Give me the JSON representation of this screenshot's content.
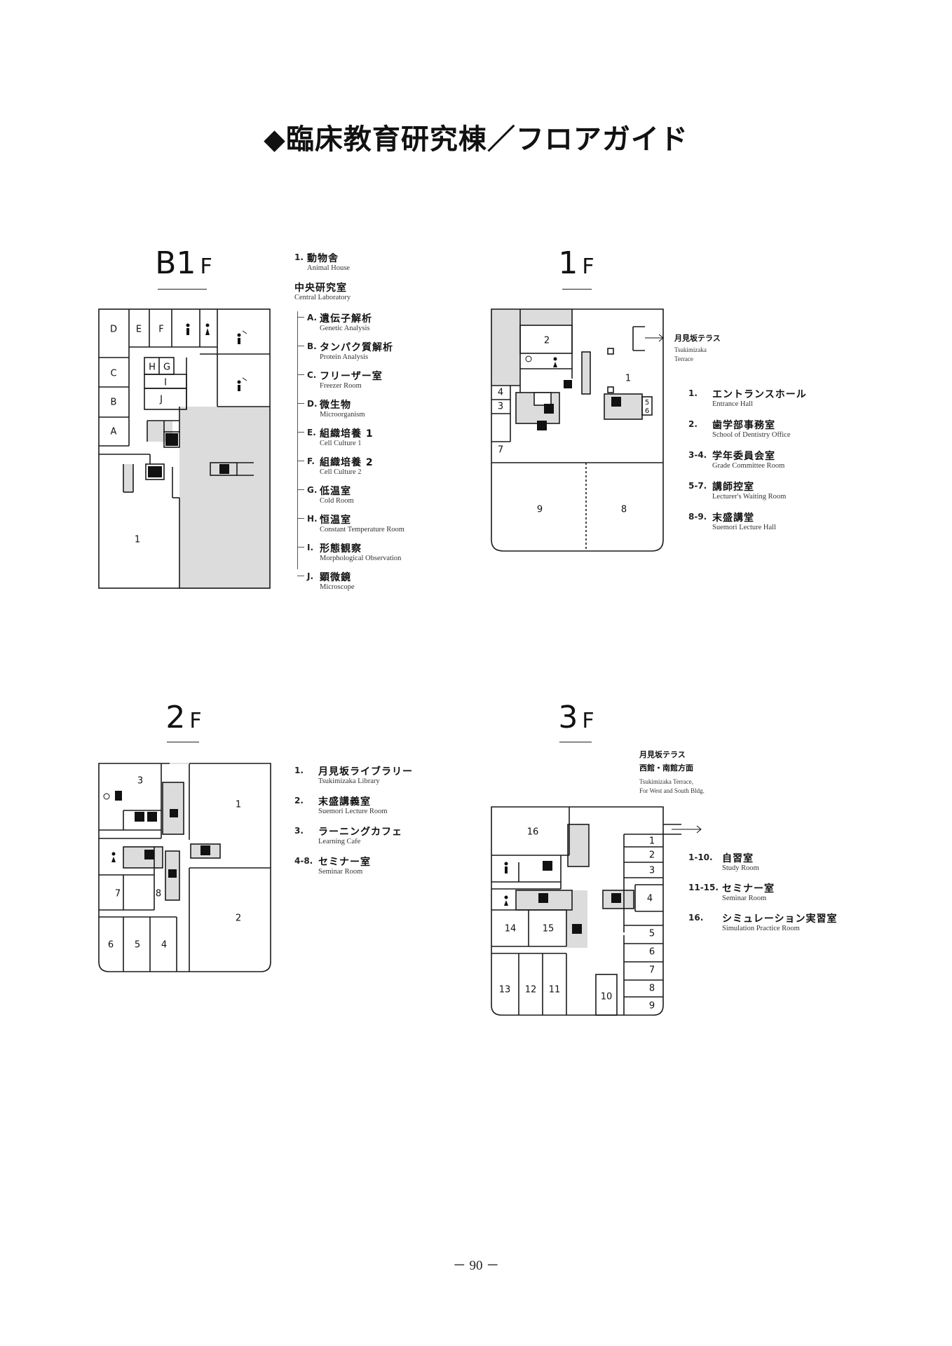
{
  "title": "◆臨床教育研究棟／フロアガイド",
  "page_number": "－ 90 －",
  "floors": {
    "b1": {
      "label": "B1",
      "suffix": "F",
      "rooms": {
        "D": "D",
        "E": "E",
        "F": "F",
        "C": "C",
        "H": "H",
        "G": "G",
        "I": "I",
        "B": "B",
        "J": "J",
        "A": "A",
        "r1": "1"
      },
      "legend_top": {
        "num": "1.",
        "jp": "動物舎",
        "en": "Animal House"
      },
      "legend_group": {
        "jp": "中央研究室",
        "en": "Central Laboratory"
      },
      "legend_items": [
        {
          "num": "A.",
          "jp": "遺伝子解析",
          "en": "Genetic Analysis"
        },
        {
          "num": "B.",
          "jp": "タンパク質解析",
          "en": "Protein Analysis"
        },
        {
          "num": "C.",
          "jp": "フリーザー室",
          "en": "Freezer Room"
        },
        {
          "num": "D.",
          "jp": "微生物",
          "en": "Microorganism"
        },
        {
          "num": "E.",
          "jp": "組織培養 1",
          "en": "Cell Culture 1"
        },
        {
          "num": "F.",
          "jp": "組織培養 2",
          "en": "Cell Culture 2"
        },
        {
          "num": "G.",
          "jp": "低温室",
          "en": "Cold Room"
        },
        {
          "num": "H.",
          "jp": "恒温室",
          "en": "Constant Temperature Room"
        },
        {
          "num": "I.",
          "jp": "形態観察",
          "en": "Morphological Observation"
        },
        {
          "num": "J.",
          "jp": "顕微鏡",
          "en": "Microscope"
        }
      ]
    },
    "f1": {
      "label": "1",
      "suffix": "F",
      "rooms": {
        "r1": "1",
        "r2": "2",
        "r3": "3",
        "r4": "4",
        "r5": "5",
        "r6": "6",
        "r7": "7",
        "r8": "8",
        "r9": "9"
      },
      "terrace": {
        "jp": "月見坂テラス",
        "en1": "Tsukimizaka",
        "en2": "Terrace"
      },
      "legend_items": [
        {
          "num": "1.",
          "jp": "エントランスホール",
          "en": "Entrance Hall"
        },
        {
          "num": "2.",
          "jp": "歯学部事務室",
          "en": "School of Dentistry Office"
        },
        {
          "num": "3-4.",
          "jp": "学年委員会室",
          "en": "Grade Committee Room"
        },
        {
          "num": "5-7.",
          "jp": "講師控室",
          "en": "Lecturer's Waiting Room"
        },
        {
          "num": "8-9.",
          "jp": "末盛講堂",
          "en": "Suemori Lecture Hall"
        }
      ]
    },
    "f2": {
      "label": "2",
      "suffix": "F",
      "rooms": {
        "r1": "1",
        "r2": "2",
        "r3": "3",
        "r4": "4",
        "r5": "5",
        "r6": "6",
        "r7": "7",
        "r8": "8"
      },
      "legend_items": [
        {
          "num": "1.",
          "jp": "月見坂ライブラリー",
          "en": "Tsukimizaka Library"
        },
        {
          "num": "2.",
          "jp": "末盛講義室",
          "en": "Suemori Lecture Room"
        },
        {
          "num": "3.",
          "jp": "ラーニングカフェ",
          "en": "Learning Cafe"
        },
        {
          "num": "4-8.",
          "jp": "セミナー室",
          "en": "Seminar Room"
        }
      ]
    },
    "f3": {
      "label": "3",
      "suffix": "F",
      "rooms": {
        "r1": "1",
        "r2": "2",
        "r3": "3",
        "r4": "4",
        "r5": "5",
        "r6": "6",
        "r7": "7",
        "r8": "8",
        "r9": "9",
        "r10": "10",
        "r11": "11",
        "r12": "12",
        "r13": "13",
        "r14": "14",
        "r15": "15",
        "r16": "16"
      },
      "terrace": {
        "jp1": "月見坂テラス",
        "jp2": "西館・南館方面",
        "en1": "Tsukimizaka Terrace,",
        "en2": "For West and South Bldg."
      },
      "legend_items": [
        {
          "num": "1-10.",
          "jp": "自習室",
          "en": "Study Room"
        },
        {
          "num": "11-15.",
          "jp": "セミナー室",
          "en": "Seminar Room"
        },
        {
          "num": "16.",
          "jp": "シミュレーション実習室",
          "en": "Simulation Practice Room"
        }
      ]
    }
  },
  "colors": {
    "shade": "#dcdcdc",
    "line": "#1a1a1a"
  }
}
